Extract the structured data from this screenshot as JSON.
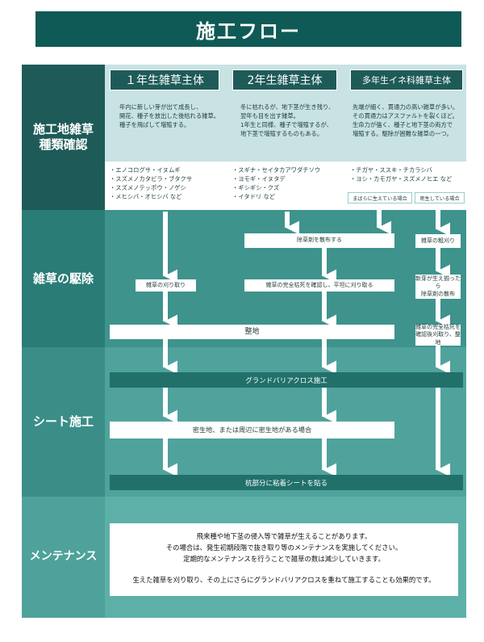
{
  "title": "施工フロー",
  "rows": {
    "survey": [
      "施工地雑草",
      "種類確認"
    ],
    "removal": "雑草の駆除",
    "sheet": "シート施工",
    "maintenance": "メンテナンス"
  },
  "columns": [
    {
      "header": "１年生雑草主体",
      "description": [
        "年内に新しい芽が出て成長し、",
        "開花、種子を放出した後枯れる雑草。",
        "種子を飛ばして増殖する。"
      ],
      "weeds": [
        "・エノコログサ・イヌムギ",
        "・スズメノカタビラ・ブタクサ",
        "・スズメノテッポウ・ノゲシ",
        "・メヒシバ・オヒシバ など"
      ]
    },
    {
      "header": "2年生雑草主体",
      "description": [
        "冬に枯れるが、地下茎が生き残り、",
        "翌年も目を出す雑草。",
        "1年生と同様、種子で増殖するが、",
        "地下茎で増殖するものもある。"
      ],
      "weeds": [
        "・スギナ・セイタカアワダチソウ",
        "・ヨモギ・イヌタデ",
        "・ギシギシ・クズ",
        "・イタドリ など"
      ]
    },
    {
      "header": "多年生イネ科雑草主体",
      "description": [
        "先端が細く、貫通力の高い雑草が多い。",
        "その貫通力はアスファルトを裂くほど。",
        "生命力が強く、種子と地下茎の両方で",
        "増殖する。駆除が困難な雑草の一つ。"
      ],
      "weeds": [
        "・チガヤ・ススキ・チカラシバ",
        "・ヨシ・カモガヤ・スズメノヒエ など"
      ]
    }
  ],
  "branches": {
    "sparse": "まばらに生えている場合",
    "dense": "密生している場合"
  },
  "steps": {
    "herbicide": "除草剤を散布する",
    "cut_rough": "雑草の粗刈り",
    "mow": "雑草の刈り取り",
    "confirm_mow": "雑草の完全枯死を確認し、平坦に刈り取る",
    "herbicide_after": [
      "新芽が生え揃ったら",
      "除草剤の散布"
    ],
    "level": "整地",
    "confirm_level": [
      "雑草の完全枯死を",
      "確認後刈取り、整地"
    ],
    "install": "グランドバリアクロス施工",
    "dense_area": "密生地、または周辺に密生地がある場合",
    "stake": "杭部分に粘着シートを貼る"
  },
  "maintenance_notes": [
    "飛来種や地下茎の侵入等で雑草が生えることがあります。",
    "その場合は、発生初期段階で抜き取り等のメンテナンスを実施してください。",
    "定期的なメンテナンスを行うことで雑草の数は減少していきます。",
    "生えた雑草を刈り取り、その上にさらにグランドバリアクロスを重ねて施工することも効果的です。"
  ]
}
